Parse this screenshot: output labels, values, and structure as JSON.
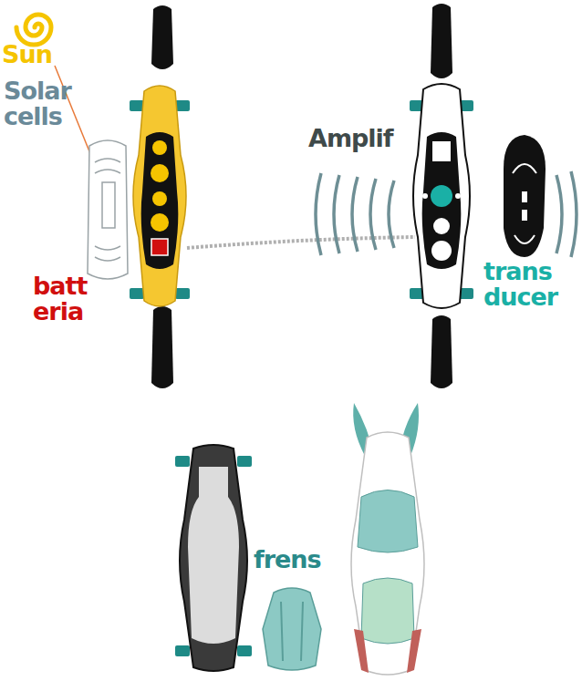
{
  "diagram": {
    "labels": [
      "Sun",
      "Solar cells",
      "batt eria",
      "Amplif",
      "trans ducer",
      "frens"
    ]
  }
}
